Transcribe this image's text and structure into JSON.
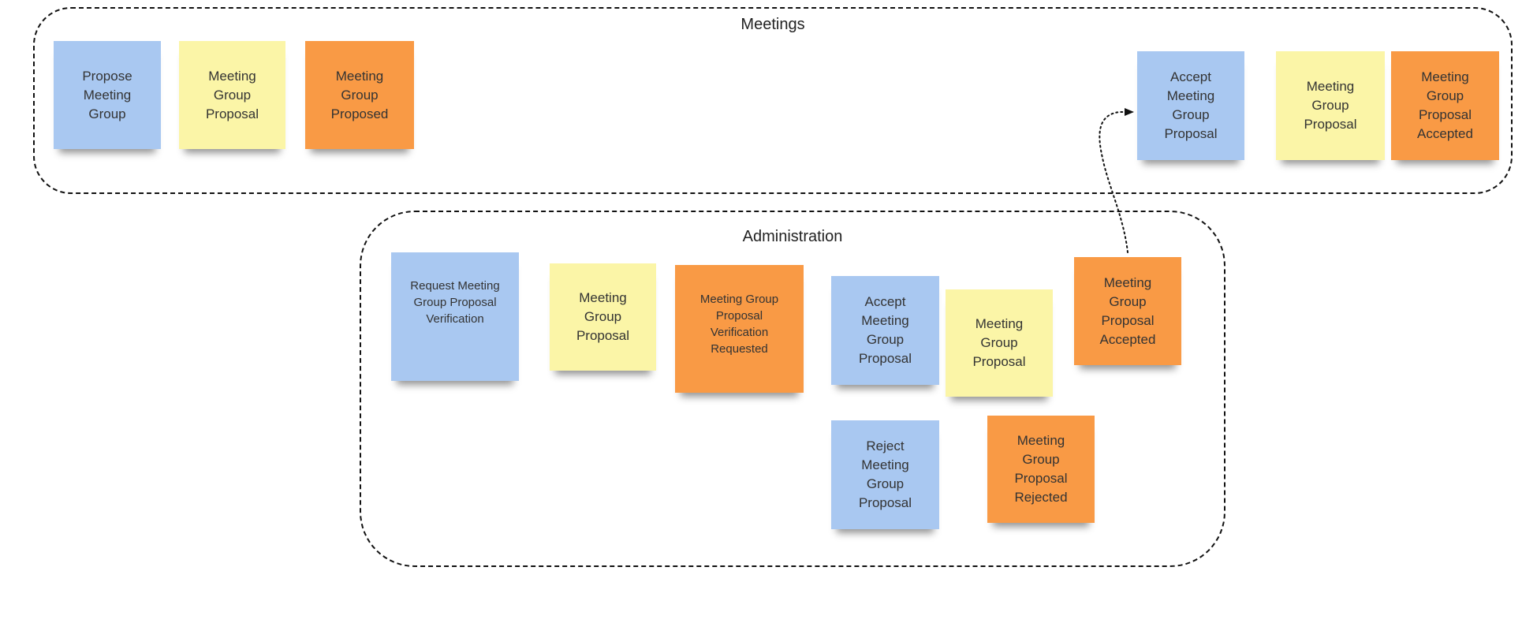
{
  "contexts": {
    "meetings": {
      "title": "Meetings"
    },
    "administration": {
      "title": "Administration"
    }
  },
  "colors": {
    "command": "#a9c8f1",
    "aggregate": "#fbf5a7",
    "event": "#f99a45"
  },
  "stickies": {
    "m1": {
      "label": "Propose Meeting Group",
      "kind": "command"
    },
    "m2": {
      "label": "Meeting Group Proposal",
      "kind": "aggregate"
    },
    "m3": {
      "label": "Meeting Group Proposed",
      "kind": "event"
    },
    "m4": {
      "label": "Accept Meeting Group Proposal",
      "kind": "command"
    },
    "m5": {
      "label": "Meeting Group Proposal",
      "kind": "aggregate"
    },
    "m6": {
      "label": "Meeting Group Proposal Accepted",
      "kind": "event"
    },
    "a1": {
      "label": "Request Meeting Group Proposal Verification",
      "kind": "command"
    },
    "a2": {
      "label": "Meeting Group Proposal",
      "kind": "aggregate"
    },
    "a3": {
      "label": "Meeting Group Proposal Verification Requested",
      "kind": "event"
    },
    "a4": {
      "label": "Accept Meeting Group Proposal",
      "kind": "command"
    },
    "a5": {
      "label": "Meeting Group Proposal",
      "kind": "aggregate"
    },
    "a6": {
      "label": "Meeting Group Proposal Accepted",
      "kind": "event"
    },
    "a7": {
      "label": "Reject Meeting Group Proposal",
      "kind": "command"
    },
    "a8": {
      "label": "Meeting Group Proposal Rejected",
      "kind": "event"
    }
  }
}
